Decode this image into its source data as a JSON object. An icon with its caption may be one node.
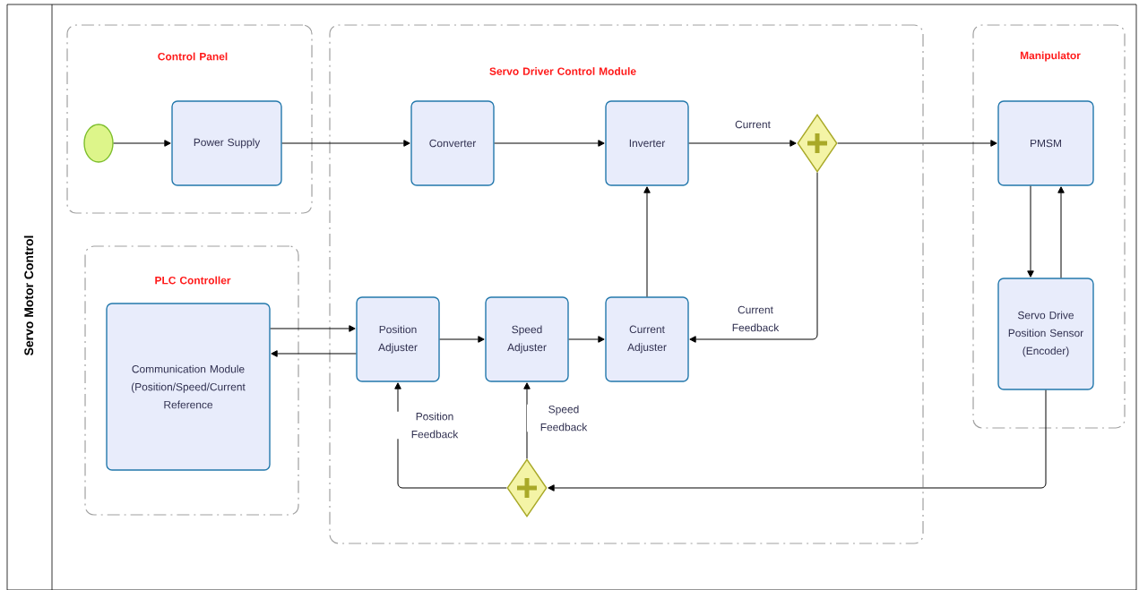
{
  "diagram": {
    "nodes": [
      {
        "text": [
          "Servo Motor Control"
        ]
      },
      {
        "text": [
          "Control Panel"
        ],
        "in": 0
      },
      {
        "text": [],
        "shape": "circle",
        "in": 1
      },
      {
        "text": [
          "Power Supply"
        ],
        "in": 1
      },
      {
        "text": [
          "Servo Driver Control Module"
        ],
        "in": 0
      },
      {
        "text": [
          "Converter"
        ],
        "in": 4
      },
      {
        "text": [
          "Inverter"
        ],
        "in": 4
      },
      {
        "text": [],
        "shape": "diamond",
        "in": 4
      },
      {
        "text": [
          "Manipulator"
        ],
        "in": 0
      },
      {
        "text": [
          "PMSM"
        ],
        "in": 8
      },
      {
        "text": [
          "PLC Controller"
        ],
        "in": 0
      },
      {
        "text": [
          "Communication Module (Position/Speed/Current Reference"
        ],
        "in": 10
      },
      {
        "text": [
          "Position Adjuster"
        ],
        "in": 4
      },
      {
        "text": [
          "Speed Adjuster"
        ],
        "in": 4
      },
      {
        "text": [
          "Current Adjuster"
        ],
        "in": 4
      },
      {
        "text": [
          "Servo Drive Position Sensor (Encoder)"
        ],
        "in": 8
      },
      {
        "text": [],
        "shape": "diamond",
        "in": 4
      }
    ],
    "edges": [
      {
        "from": 2,
        "to": 3,
        "arrow": "to"
      },
      {
        "from": 3,
        "to": 5,
        "arrow": "to"
      },
      {
        "from": 5,
        "to": 6,
        "arrow": "to"
      },
      {
        "from": 6,
        "to": 7,
        "arrow": "to",
        "label": "Current"
      },
      {
        "from": 7,
        "to": 9,
        "arrow": "to"
      },
      {
        "from": 14,
        "to": 6,
        "arrow": "to"
      },
      {
        "from": 7,
        "to": 14,
        "arrow": "to",
        "label": "Current Feedback"
      },
      {
        "from": 9,
        "to": 15,
        "arrow": "to"
      },
      {
        "from": 15,
        "to": 9,
        "arrow": "to"
      },
      {
        "from": 11,
        "to": 12,
        "arrow": "to"
      },
      {
        "from": 12,
        "to": 11,
        "arrow": "to"
      },
      {
        "from": 12,
        "to": 13,
        "arrow": "to"
      },
      {
        "from": 13,
        "to": 14,
        "arrow": "to"
      },
      {
        "from": 15,
        "to": 16,
        "arrow": "to"
      },
      {
        "from": 16,
        "to": 13,
        "arrow": "to",
        "label": "Speed Feedback"
      },
      {
        "from": 16,
        "to": 12,
        "arrow": "to",
        "label": "Position Feedback"
      }
    ]
  }
}
